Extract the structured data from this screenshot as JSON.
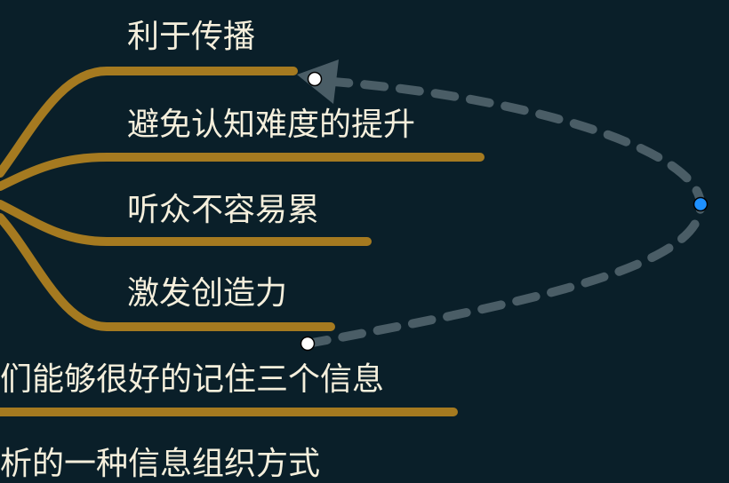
{
  "nodes": [
    {
      "label": "利于传播"
    },
    {
      "label": "避免认知难度的提升"
    },
    {
      "label": "听众不容易累"
    },
    {
      "label": "激发创造力"
    },
    {
      "label": "们能够很好的记住三个信息"
    },
    {
      "label": "析的一种信息组织方式"
    }
  ],
  "colors": {
    "background": "#0a1f29",
    "branch": "#a57a20",
    "text": "#f5efdc",
    "connector": "#4a5d66",
    "handle": "#1e90ff"
  }
}
